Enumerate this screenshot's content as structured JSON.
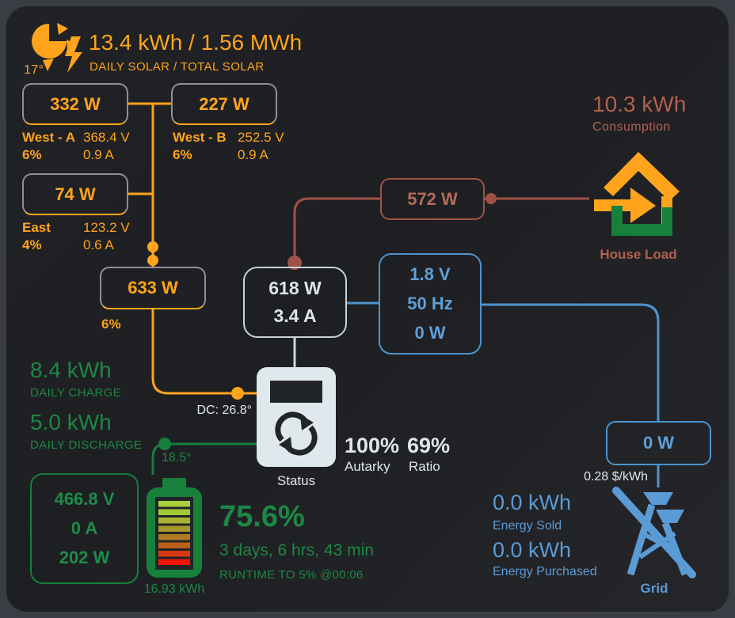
{
  "colors": {
    "solar_orange": "#ffa41c",
    "load_red": "#9e5347",
    "grid_blue": "#4d94cd",
    "battery_green": "#177f3e",
    "inverter_white": "#cfd6da",
    "card_bg": "#1f2023"
  },
  "solar": {
    "temp": "17°",
    "title": "13.4 kWh / 1.56 MWh",
    "subtitle": "DAILY SOLAR / TOTAL SOLAR",
    "strings": [
      {
        "power": "332 W",
        "name": "West - A",
        "voltage": "368.4 V",
        "percent": "6%",
        "current": "0.9 A"
      },
      {
        "power": "227 W",
        "name": "West - B",
        "voltage": "252.5 V",
        "percent": "6%",
        "current": "0.9 A"
      },
      {
        "power": "74 W",
        "name": "East",
        "voltage": "123.2 V",
        "percent": "4%",
        "current": "0.6 A"
      }
    ],
    "combined_power": "633 W",
    "combined_percent": "6%"
  },
  "inverter": {
    "dc_power": "618 W",
    "dc_current": "3.4 A",
    "dc_temp": "DC: 26.8°",
    "status_label": "Status",
    "autarky_value": "100%",
    "autarky_label": "Autarky",
    "ratio_value": "69%",
    "ratio_label": "Ratio"
  },
  "load": {
    "daily": "10.3 kWh",
    "daily_label": "Consumption",
    "power": "572 W",
    "label": "House Load"
  },
  "aux": {
    "voltage": "1.8 V",
    "frequency": "50 Hz",
    "power": "0 W"
  },
  "grid": {
    "power": "0 W",
    "tariff": "0.28 $/kWh",
    "sold": "0.0 kWh",
    "sold_label": "Energy Sold",
    "purchased": "0.0 kWh",
    "purchased_label": "Energy Purchased",
    "label": "Grid"
  },
  "battery": {
    "daily_charge": "8.4 kWh",
    "daily_charge_label": "DAILY CHARGE",
    "daily_discharge": "5.0 kWh",
    "daily_discharge_label": "DAILY DISCHARGE",
    "voltage": "466.8 V",
    "current": "0 A",
    "power": "202 W",
    "temp": "18.5°",
    "capacity": "16.93 kWh",
    "soc": "75.6%",
    "runtime": "3 days, 6 hrs, 43 min",
    "runtime_label": "RUNTIME TO 5% @00:06"
  }
}
